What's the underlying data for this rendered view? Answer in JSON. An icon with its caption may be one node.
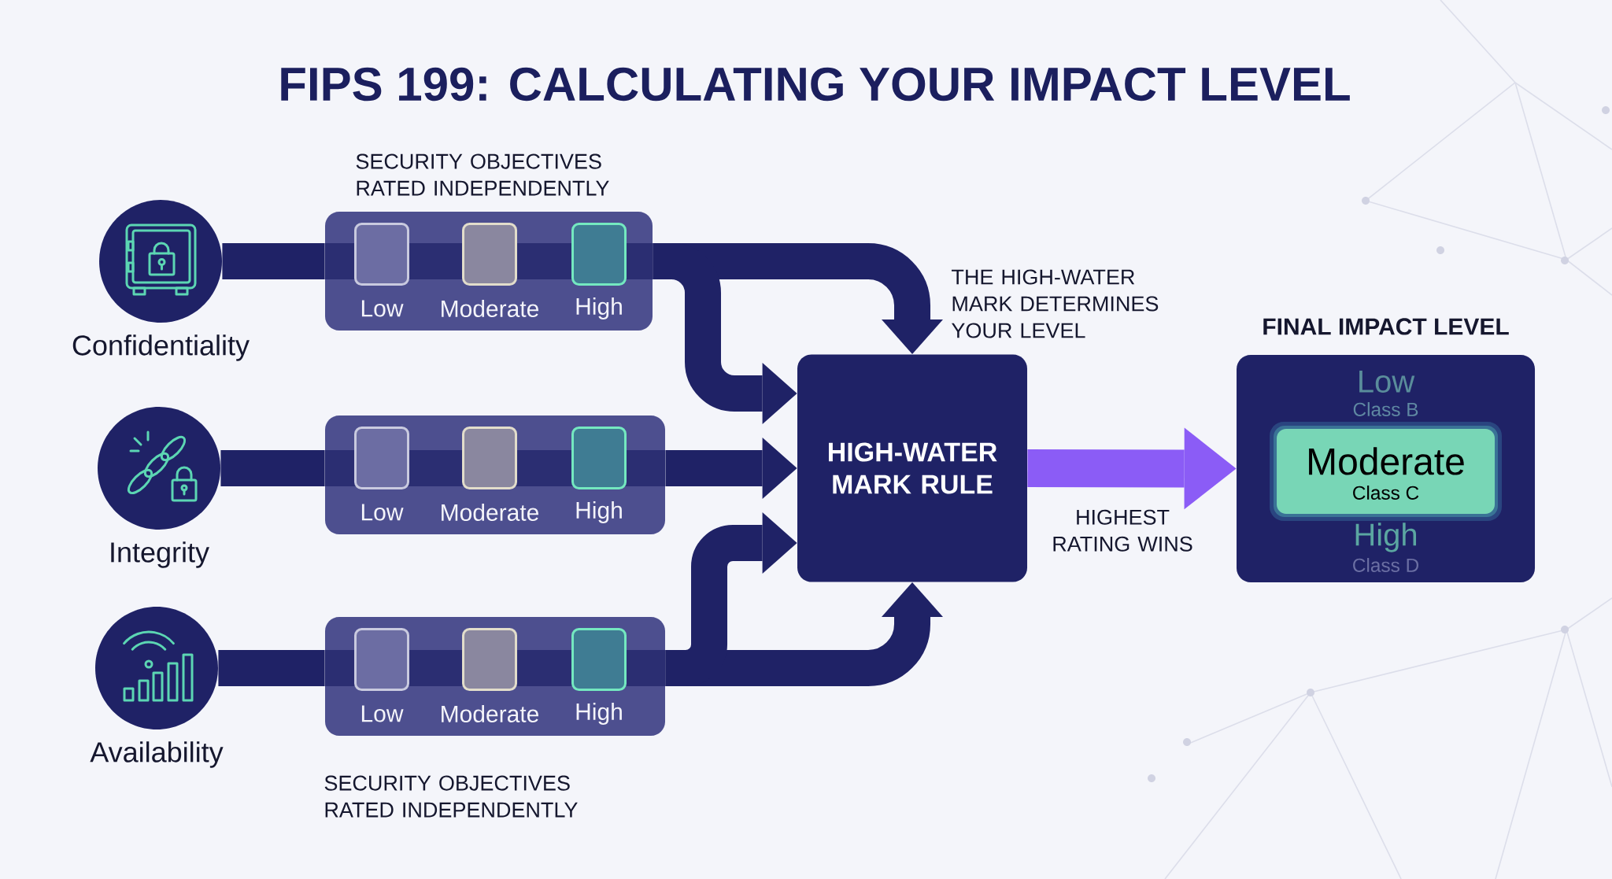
{
  "diagram": {
    "title": "FIPS 199: CALCULATING YOUR IMPACT LEVEL",
    "nodes": [
      {
        "text": [
          "Confidentiality"
        ]
      },
      {
        "text": [],
        "shape": "box"
      },
      {
        "text": [
          "Low"
        ],
        "in": 1
      },
      {
        "text": [
          "Moderate"
        ],
        "in": 1
      },
      {
        "text": [
          "High"
        ],
        "in": 1
      },
      {
        "text": [
          "Integrity"
        ]
      },
      {
        "text": [],
        "shape": "box"
      },
      {
        "text": [
          "Low"
        ],
        "in": 6
      },
      {
        "text": [
          "Moderate"
        ],
        "in": 6
      },
      {
        "text": [
          "High"
        ],
        "in": 6
      },
      {
        "text": [
          "Availability"
        ]
      },
      {
        "text": [],
        "shape": "box"
      },
      {
        "text": [
          "Low"
        ],
        "in": 11
      },
      {
        "text": [
          "Moderate"
        ],
        "in": 11
      },
      {
        "text": [
          "High"
        ],
        "in": 11
      },
      {
        "text": [
          "HIGH-WATER MARK RULE"
        ]
      },
      {
        "text": [
          "FINAL IMPACT LEVEL",
          "Low",
          "Class B",
          "High",
          "Class D"
        ]
      },
      {
        "text": [
          "Moderate",
          "Class C"
        ],
        "in": 16
      }
    ],
    "edges": [
      {
        "from": 0,
        "to": 1,
        "arrow": "none"
      },
      {
        "from": 1,
        "to": 15,
        "arrow": "to"
      },
      {
        "from": 1,
        "to": 15,
        "arrow": "to"
      },
      {
        "from": 5,
        "to": 6,
        "arrow": "none"
      },
      {
        "from": 6,
        "to": 15,
        "arrow": "to"
      },
      {
        "from": 10,
        "to": 11,
        "arrow": "none"
      },
      {
        "from": 11,
        "to": 15,
        "arrow": "to"
      },
      {
        "from": 11,
        "to": 15,
        "arrow": "to"
      },
      {
        "from": 15,
        "to": 16,
        "arrow": "to",
        "label": "HIGHEST RATING WINS",
        "color": "#8b5cf6"
      }
    ],
    "labels": [
      "SECURITY OBJECTIVES RATED INDEPENDENTLY",
      "THE HIGH-WATER MARK DETERMINES YOUR LEVEL",
      "SECURITY OBJECTIVES RATED INDEPENDENTLY"
    ]
  }
}
